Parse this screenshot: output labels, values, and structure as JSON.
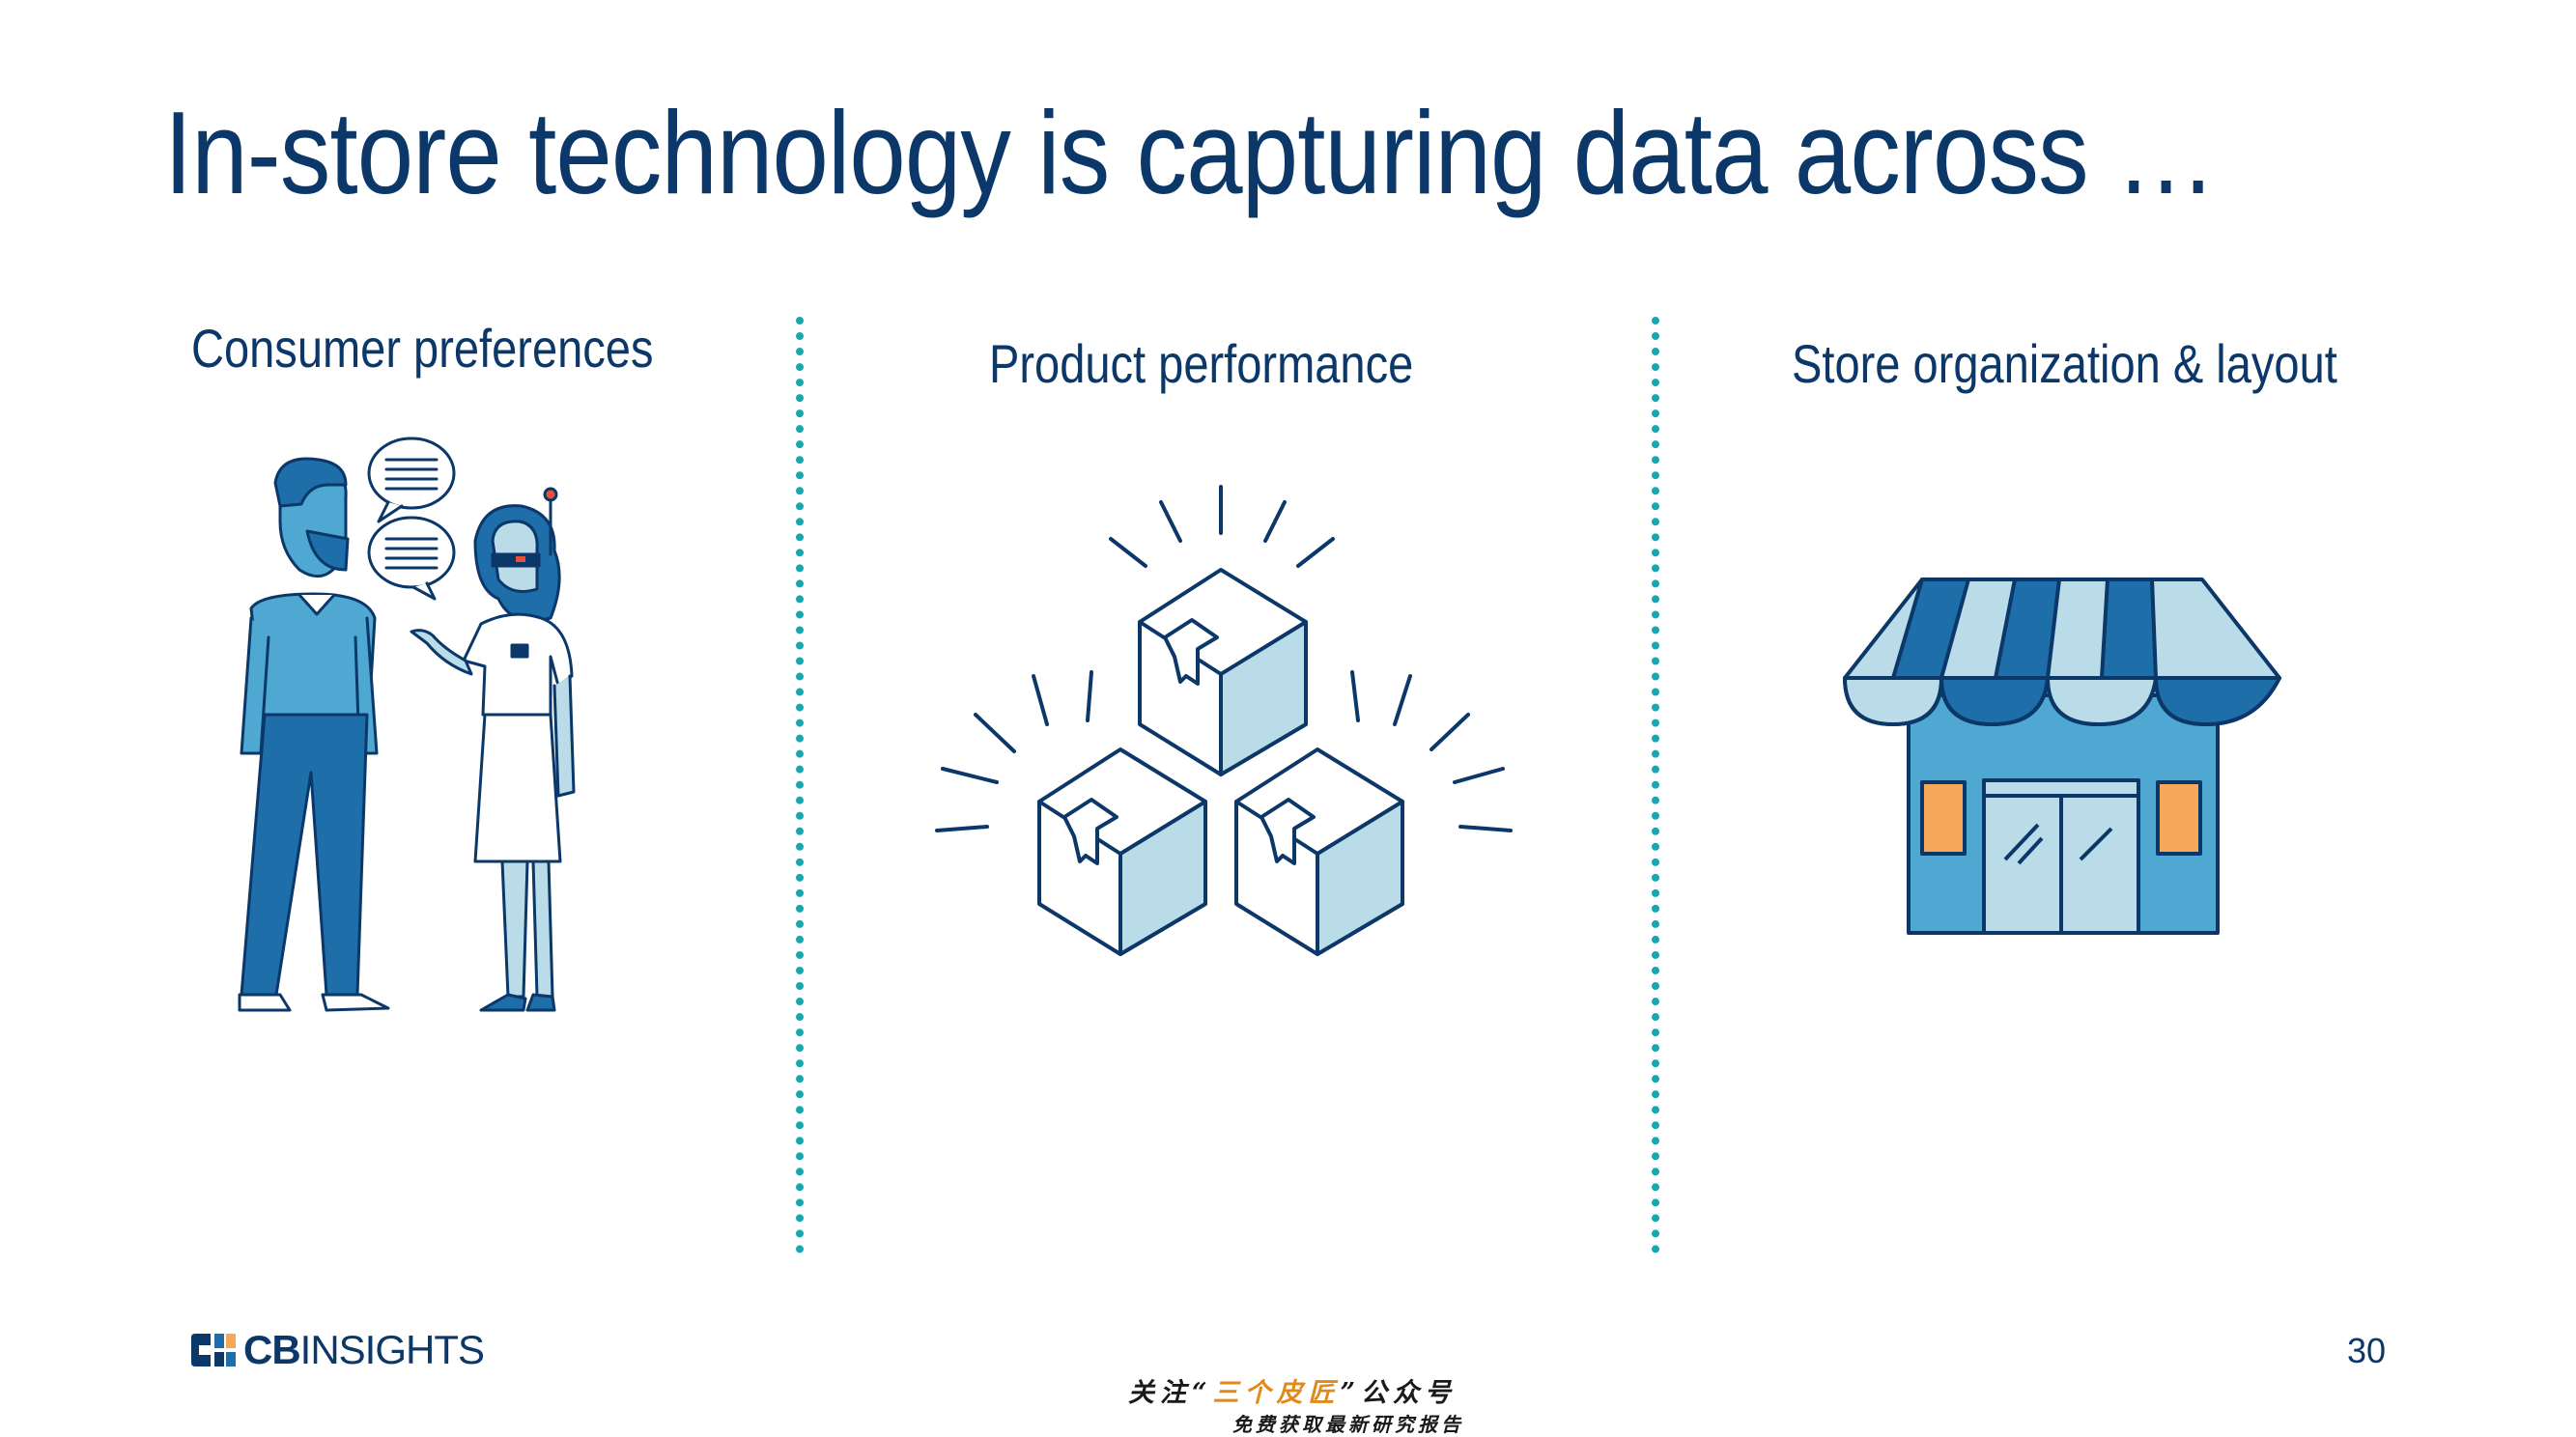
{
  "slide": {
    "title": "In-store technology is capturing data across …",
    "page_number": "30"
  },
  "columns": [
    {
      "heading": "Consumer preferences",
      "illustration": "people-talking-illustration"
    },
    {
      "heading": "Product performance",
      "illustration": "boxes-illustration"
    },
    {
      "heading": "Store organization & layout",
      "illustration": "storefront-illustration"
    }
  ],
  "logo": {
    "bold": "CB",
    "regular": "INSIGHTS"
  },
  "watermark": {
    "line1_prefix": "关注“",
    "line1_highlight": "三个皮匠",
    "line1_suffix": "”公众号",
    "line2": "免费获取最新研究报告"
  },
  "colors": {
    "navy": "#0b3769",
    "blue": "#1e6ea9",
    "light_blue": "#4ea8d2",
    "pale_blue": "#b9dce8",
    "teal_divider": "#17a7b1",
    "orange": "#f5a85a"
  }
}
